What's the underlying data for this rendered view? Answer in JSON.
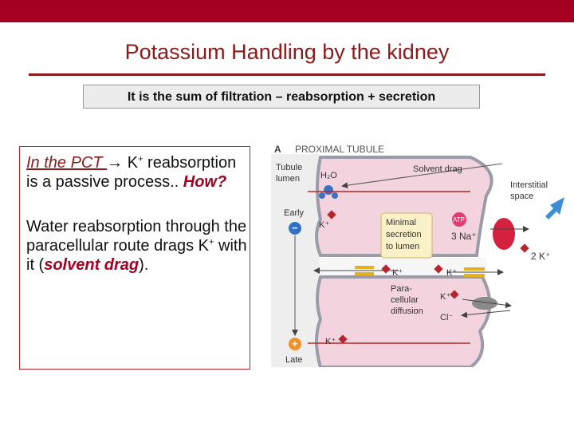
{
  "header": {
    "title": "Potassium Handling by the kidney",
    "subtitle": "It is the sum of filtration – reabsorption + secretion"
  },
  "textbox": {
    "p1_a": "In the PCT ",
    "p1_arrow": "→ K",
    "p1_sup": "+",
    "p1_b": " reabsorption is a passive process.. ",
    "p1_how": "How?",
    "p2_a": "Water reabsorption through the paracellular route drags K",
    "p2_sup": "+",
    "p2_b": " with it (",
    "p2_drag": "solvent drag",
    "p2_c": ")."
  },
  "diagram": {
    "panel_letter": "A",
    "panel_title": "PROXIMAL TUBULE",
    "tubule_lumen": [
      "Tubule",
      "lumen"
    ],
    "early": "Early",
    "late": "Late",
    "minus": "−",
    "plus": "+",
    "h2o": "H₂O",
    "k_early": "K⁺",
    "k_late": "K⁺",
    "solvent_drag": "Solvent drag",
    "interstitial_space": [
      "Interstitial",
      "space"
    ],
    "minimal_secretion": [
      "Minimal",
      "secretion",
      "to lumen"
    ],
    "atp": "ATP",
    "na": "3 Na⁺",
    "k2": "2 K⁺",
    "k_mid": "K⁺",
    "k_right": "K⁺",
    "k_channel": "K⁺",
    "cl": "Cl⁻",
    "paracellular_diffusion": [
      "Para-",
      "cellular",
      "diffusion"
    ]
  },
  "colors": {
    "accent": "#a50021",
    "title": "#8b1a1a",
    "cell": "#f2d3de",
    "cell_border": "#9c9ca8",
    "lumen": "#e9e9ee"
  }
}
